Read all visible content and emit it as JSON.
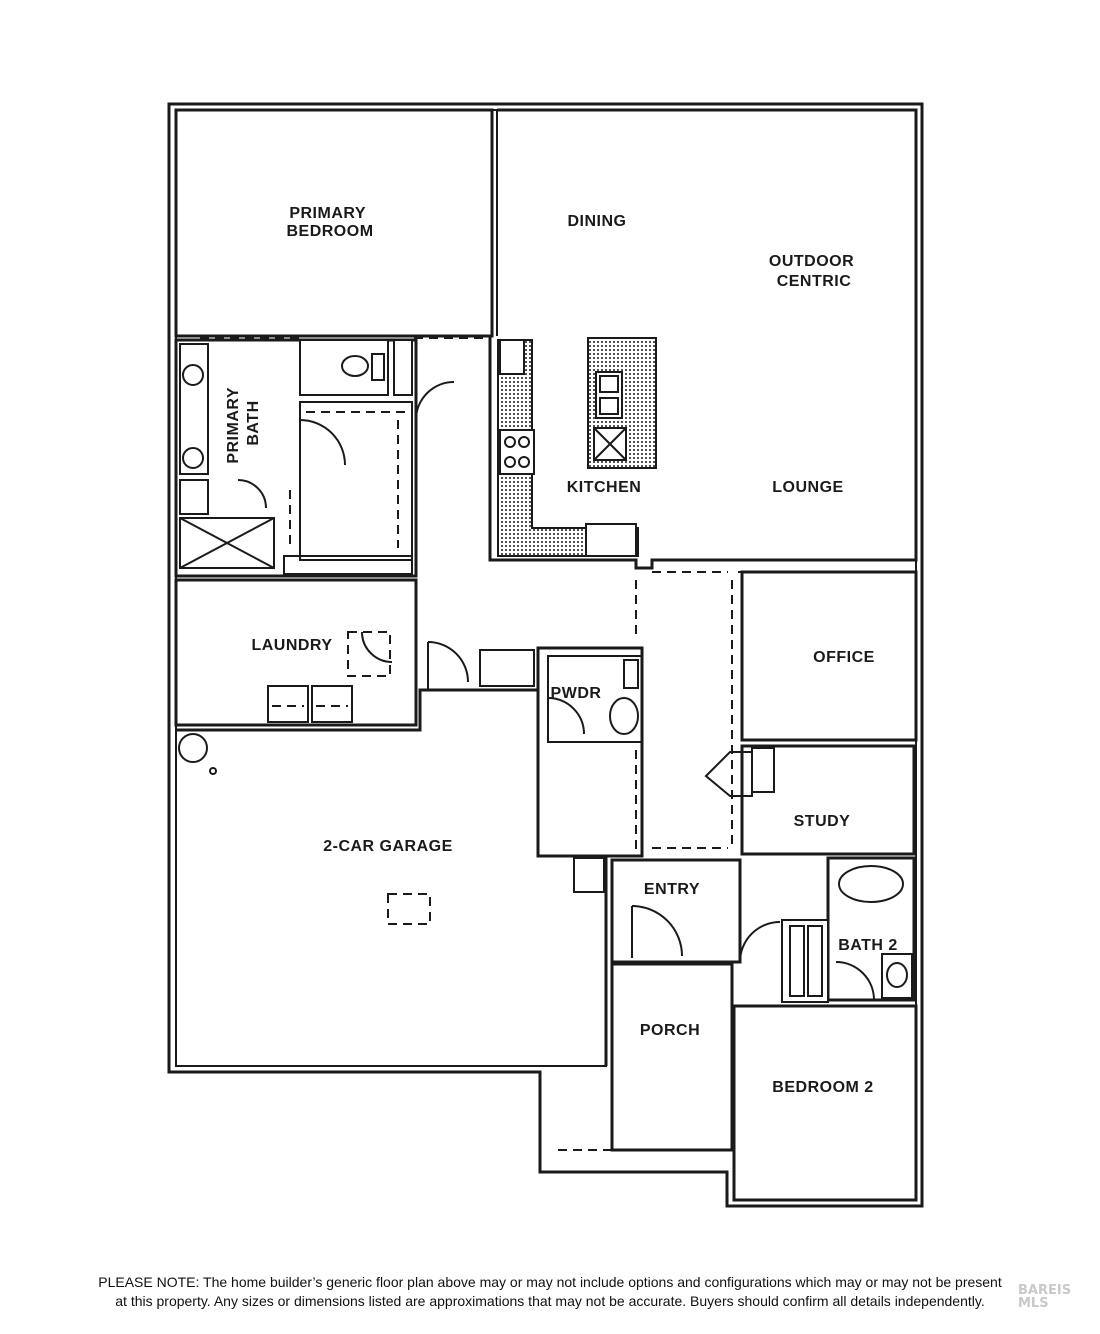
{
  "rooms": {
    "primary_bedroom": "PRIMARY\nBEDROOM",
    "dining": "DINING",
    "outdoor_centric": "OUTDOOR\nCENTRIC",
    "primary_bath": "PRIMARY\nBATH",
    "kitchen": "KITCHEN",
    "lounge": "LOUNGE",
    "laundry": "LAUNDRY",
    "office": "OFFICE",
    "pwdr": "PWDR",
    "study": "STUDY",
    "garage": "2-CAR GARAGE",
    "entry": "ENTRY",
    "bath_2": "BATH 2",
    "porch": "PORCH",
    "bedroom_2": "BEDROOM 2"
  },
  "disclaimer": {
    "line1": "PLEASE NOTE: The home builder’s generic floor plan above may or may not include options and configurations which may or may not be present",
    "line2": "at this property. Any sizes or dimensions listed are approximations that may not be accurate. Buyers should confirm all details independently."
  },
  "watermark": {
    "line1": "BAREIS",
    "line2": "MLS"
  },
  "colors": {
    "line": "#1a1a1a",
    "background": "#ffffff",
    "counter_dots": "#1a1a1a",
    "watermark": "#c9c9c9"
  }
}
